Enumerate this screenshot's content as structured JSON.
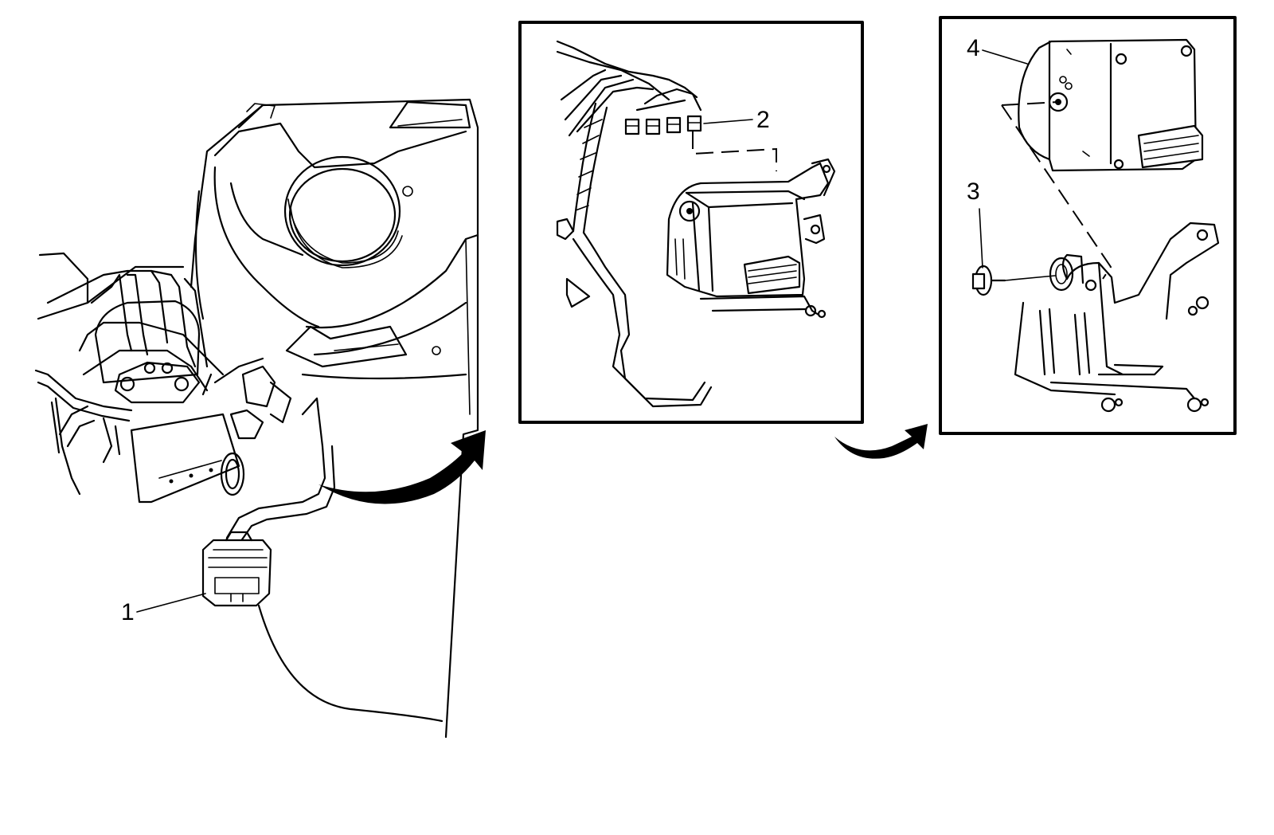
{
  "callouts": [
    {
      "id": "1",
      "label": "1"
    },
    {
      "id": "2",
      "label": "2"
    },
    {
      "id": "3",
      "label": "3"
    },
    {
      "id": "4",
      "label": "4"
    }
  ],
  "colors": {
    "line": "#000000",
    "background": "#ffffff"
  },
  "icons": [
    "curved-arrow-icon",
    "curved-arrow-icon"
  ]
}
